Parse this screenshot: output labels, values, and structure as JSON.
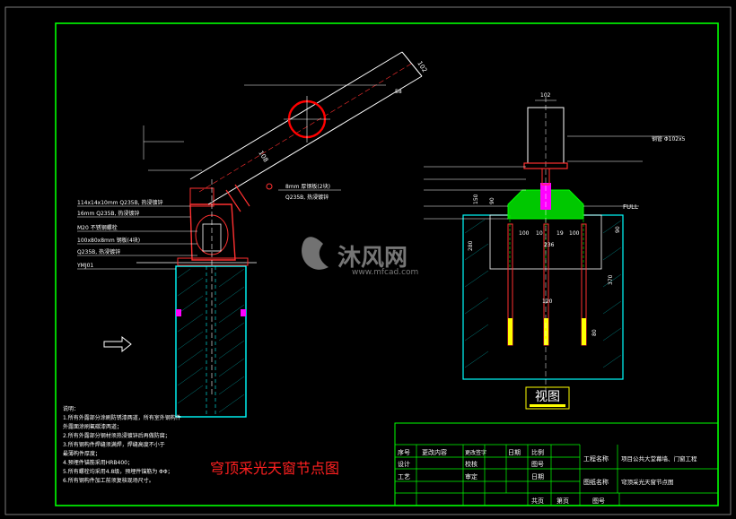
{
  "drawing": {
    "main_title": "穹顶采光天窗节点图",
    "view_label": "视图",
    "watermark": {
      "brand": "沐风网",
      "url": "www.mfcad.com"
    }
  },
  "left_detail": {
    "dims": [
      "102",
      "108",
      "58"
    ],
    "callouts": [
      "114x14x10mm  Q235B, 热浸镀锌",
      "16mm  Q235B, 热浸镀锌",
      "M20 不锈钢螺栓",
      "100x80x8mm 钢板(4块)",
      "Q235B, 热浸镀锌",
      "YMJ01",
      "8mm 厚钢板(2块)",
      "Q235B, 热浸镀锌"
    ]
  },
  "right_detail": {
    "dims": [
      "102",
      "150",
      "100",
      "10",
      "19",
      "100",
      "236",
      "280",
      "120",
      "370",
      "90",
      "80",
      "90"
    ],
    "callouts": [
      "钢管 Φ102x5",
      "FULL"
    ]
  },
  "notes": {
    "heading": "说明：",
    "lines": [
      "1.所有外露部分涂刷防锈漆两道，所有室外钢构件",
      "外露面涂刷氟碳漆两道；",
      "2.所有外露部分钢材须热浸镀锌后再做防腐；",
      "3.所有钢构件焊缝须满焊，焊缝高度不小于",
      "最薄构件厚度；",
      "4.预埋件锚筋采用HRB400；",
      "5.所有螺栓均采用4.8级，预埋件锚筋为 ΦΦ；",
      "6.所有钢构件加工前须复核现场尺寸。"
    ]
  },
  "title_block": {
    "headers": [
      "序号",
      "更改内容",
      "更改签字",
      "日期"
    ],
    "role_labels": [
      "设计",
      "校核",
      "工艺",
      "审定"
    ],
    "side_labels": [
      "比例",
      "图号",
      "日期",
      "共页"
    ],
    "project_label": "工程名称",
    "project_name": "项目公共大堂幕墙、门窗工程",
    "drawing_label": "图纸名称",
    "drawing_name": "穹顶采光天窗节点图",
    "sheet_labels": [
      "第页",
      "图号"
    ]
  },
  "colors": {
    "border": "#00ff00",
    "structure": "#ff3030",
    "concrete": "#00ffff",
    "dimension": "#ffffff",
    "tube": "#ff0000",
    "title": "#ff2020",
    "view_label_bg": "#ffff00",
    "view_label_text": "#ffffff",
    "green_block": "#00c800"
  }
}
